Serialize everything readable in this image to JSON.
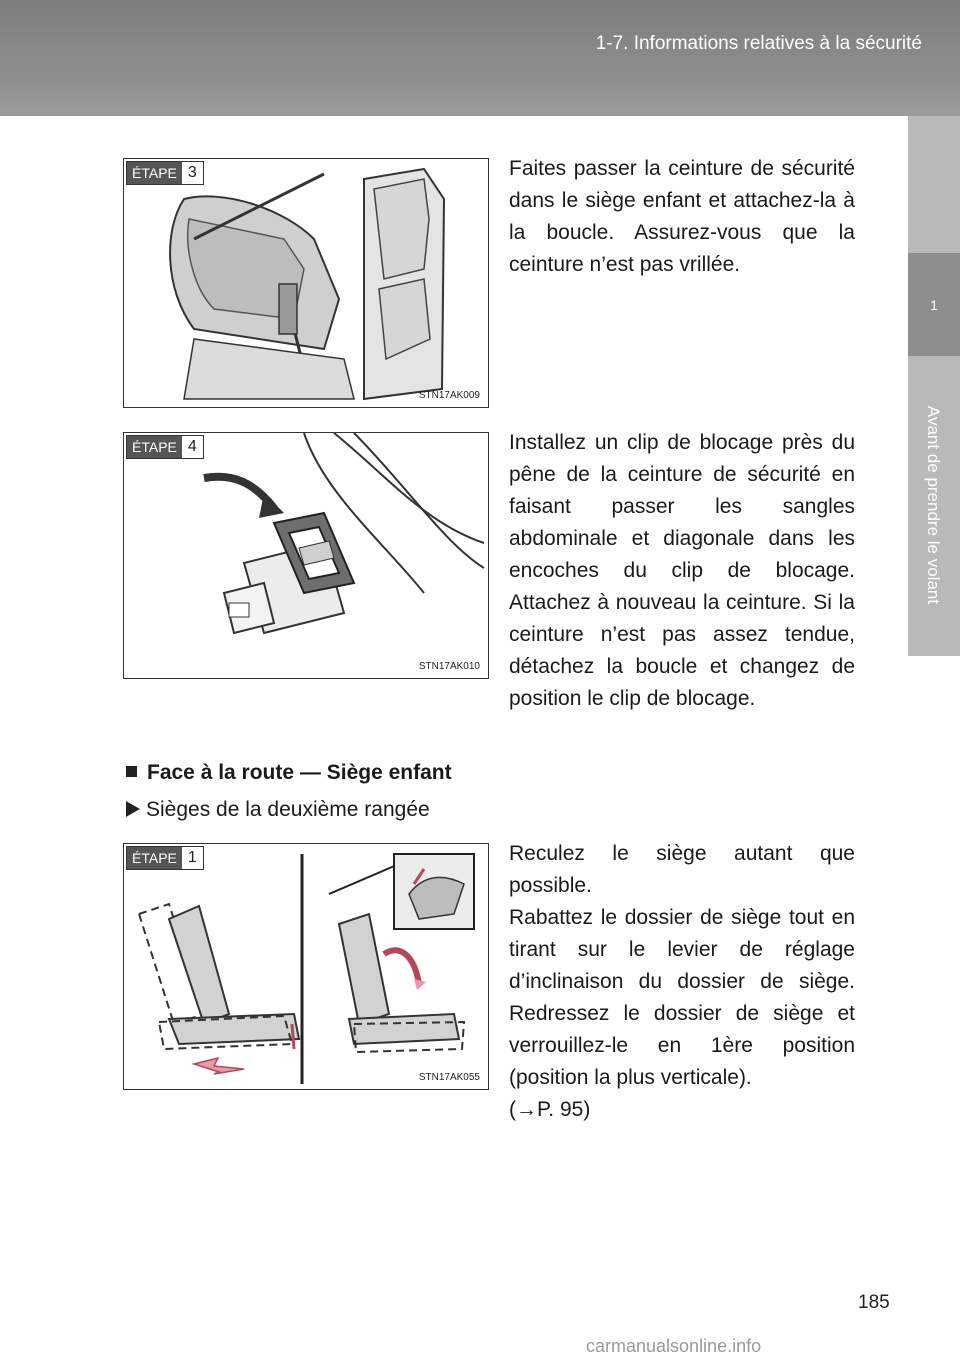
{
  "header": {
    "title": "1-7. Informations relatives à la sécurité"
  },
  "side_tab": {
    "number": "1",
    "label": "Avant de prendre le volant"
  },
  "figures": [
    {
      "step_word": "ÉTAPE",
      "step_number": "3",
      "code": "STN17AK009"
    },
    {
      "step_word": "ÉTAPE",
      "step_number": "4",
      "code": "STN17AK010"
    },
    {
      "step_word": "ÉTAPE",
      "step_number": "1",
      "code": "STN17AK055"
    }
  ],
  "steps": [
    {
      "text": "Faites passer la ceinture de sécurité dans le siège enfant et attachez-la à la boucle. Assurez-vous que la ceinture n’est pas vrillée."
    },
    {
      "text": "Installez un clip de blocage près du pêne de la ceinture de sécurité en faisant passer les sangles abdominale et diagonale dans les encoches du clip de blocage. Attachez à nouveau la ceinture. Si la ceinture n’est pas assez tendue, détachez la boucle et changez de position le clip de blocage."
    },
    {
      "line1": "Reculez le siège autant que possible.",
      "line2": "Rabattez le dossier de siège tout en tirant sur le levier de réglage d’inclinaison du dossier de siège. Redressez le dossier de siège et verrouillez-le en 1ère position (position la plus verticale).",
      "line3": "(→P. 95)"
    }
  ],
  "section": {
    "title": "Face à la route — Siège enfant",
    "subtitle": "Sièges de la deuxième rangée"
  },
  "page_number": "185",
  "watermark": "carmanualsonline.info"
}
